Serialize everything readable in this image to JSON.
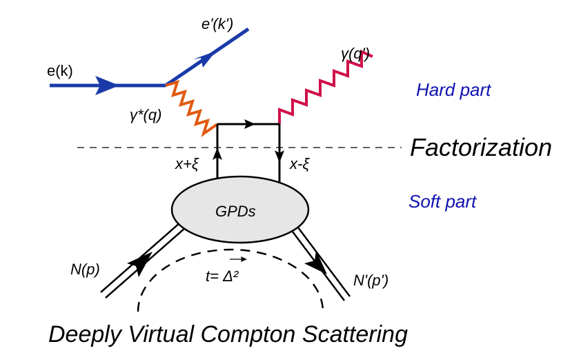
{
  "labels": {
    "electron_in": "e(k)",
    "electron_out": "e'(k')",
    "virtual_photon": "γ*(q)",
    "real_photon": "γ(q')",
    "quark_in": "x+ξ",
    "quark_out": "x-ξ",
    "blob": "GPDs",
    "nucleon_in": "N(p)",
    "nucleon_out": "N'(p')",
    "momentum_transfer": "t= Δ²",
    "hard_part": "Hard part",
    "soft_part": "Soft part",
    "factorization": "Factorization",
    "caption": "Deeply Virtual Compton Scattering"
  },
  "colors": {
    "electron_line": "#1a3aa8",
    "virtual_photon": "#e05a10",
    "real_photon": "#d0104a",
    "region_labels": "#1010b0",
    "blob_fill": "#e6e6e6"
  }
}
